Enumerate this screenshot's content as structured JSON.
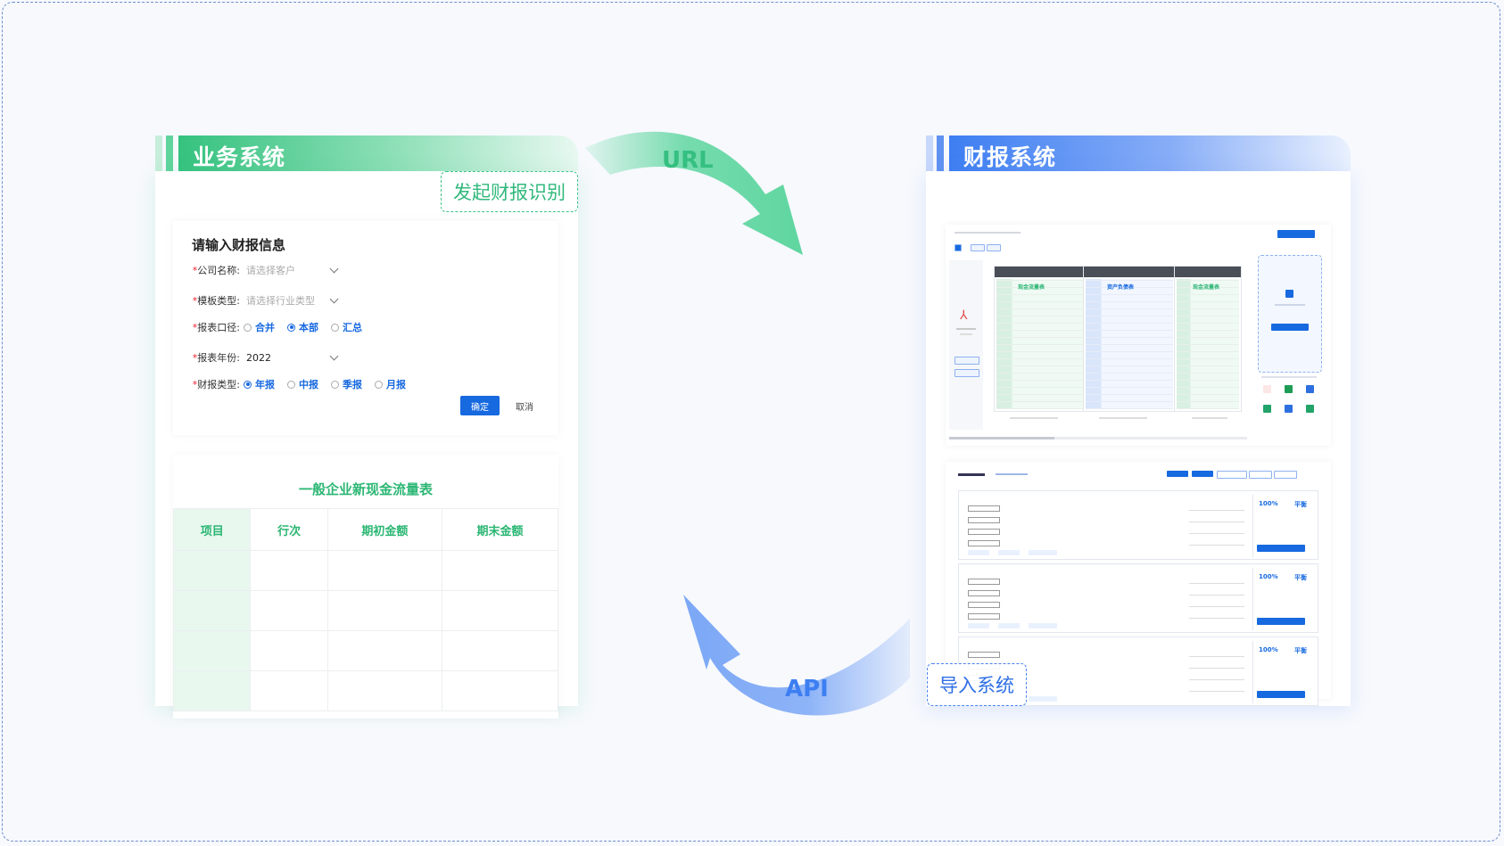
{
  "left_system": {
    "title": "业务系统",
    "action_tag": "发起财报识别",
    "form": {
      "title": "请输入财报信息",
      "required_mark": "*",
      "company": {
        "label": "公司名称:",
        "placeholder": "请选择客户"
      },
      "template": {
        "label": "模板类型:",
        "placeholder": "请选择行业类型"
      },
      "scope": {
        "label": "报表口径:",
        "options": [
          "合并",
          "本部",
          "汇总"
        ],
        "selected": "本部"
      },
      "year": {
        "label": "报表年份:",
        "value": "2022"
      },
      "report_type": {
        "label": "财报类型:",
        "options": [
          "年报",
          "中报",
          "季报",
          "月报"
        ],
        "selected": "年报"
      },
      "confirm": "确定",
      "cancel": "取消"
    },
    "table": {
      "title": "一般企业新现金流量表",
      "columns": [
        "项目",
        "行次",
        "期初金额",
        "期末金额"
      ]
    }
  },
  "right_system": {
    "title": "财报系统",
    "action_tag": "导入系统",
    "mini_screens": {
      "top_thumbs": [
        "现金流量表",
        "资产负债表",
        "现金流量表"
      ],
      "blocks": [
        {
          "pct": "100%",
          "balance": "平衡"
        },
        {
          "pct": "100%",
          "balance": "平衡"
        },
        {
          "pct": "100%",
          "balance": "平衡"
        }
      ]
    }
  },
  "flow": {
    "request_label": "URL",
    "response_label": "API"
  },
  "colors": {
    "green": "#35c27f",
    "blue": "#3d7ef2",
    "text_green": "#2bb673",
    "link_blue": "#1769e0"
  }
}
